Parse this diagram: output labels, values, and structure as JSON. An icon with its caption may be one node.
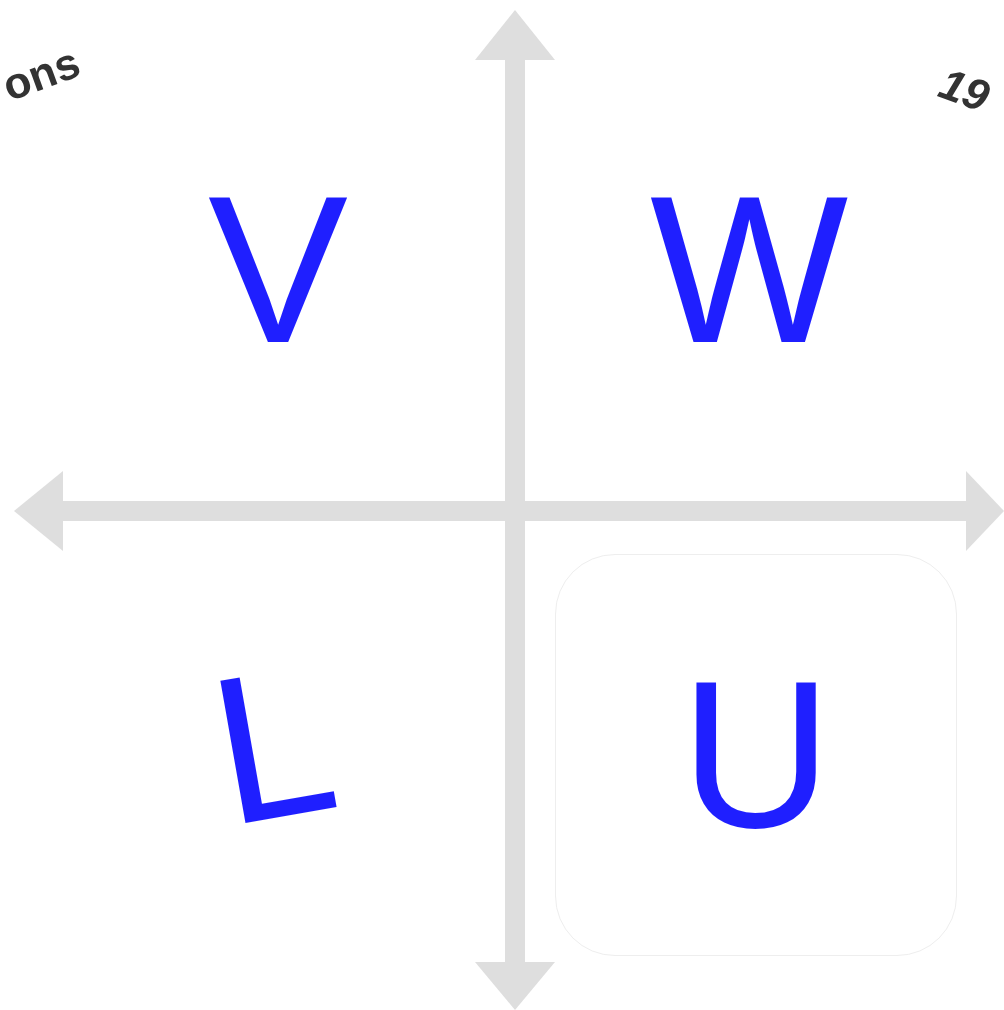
{
  "diagram": {
    "nodes": [
      {
        "text": [
          "U"
        ]
      }
    ],
    "labels": [
      "ons",
      "19",
      "V",
      "W",
      "L"
    ]
  }
}
